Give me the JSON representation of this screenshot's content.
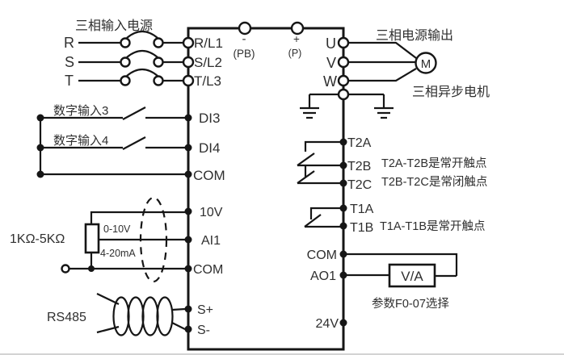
{
  "colors": {
    "line": "#161616",
    "text": "#2f2f2f",
    "background": "#ffffff"
  },
  "power_input": {
    "title": "三相输入电源",
    "phase_r": "R",
    "phase_s": "S",
    "phase_t": "T"
  },
  "drive": {
    "mains_terminals": {
      "l1": "R/L1",
      "l2": "S/L2",
      "l3": "T/L3"
    },
    "dc_bus": {
      "minus_sign": "-",
      "minus_name": "(PB)",
      "plus_sign": "+",
      "plus_name": "(P)"
    },
    "output_terminals": {
      "u": "U",
      "v": "V",
      "w": "W"
    }
  },
  "motor": {
    "output_title": "三相电源输出",
    "letter": "M",
    "caption": "三相异步电机"
  },
  "digital_inputs": {
    "source3": "数字输入3",
    "source4": "数字输入4",
    "di3": "DI3",
    "di4": "DI4",
    "com": "COM"
  },
  "analog_input": {
    "pot_range": "1KΩ-5KΩ",
    "v10": "10V",
    "ai1": "AI1",
    "com": "COM",
    "voltage_range": "0-10V",
    "current_range": "4-20mA"
  },
  "comm": {
    "label": "RS485",
    "s_plus": "S+",
    "s_minus": "S-"
  },
  "relay_t2": {
    "t2a": "T2A",
    "t2b": "T2B",
    "t2c": "T2C",
    "note_open": "T2A-T2B是常开触点",
    "note_closed": "T2B-T2C是常闭触点"
  },
  "relay_t1": {
    "t1a": "T1A",
    "t1b": "T1B",
    "note_open": "T1A-T1B是常开触点"
  },
  "analog_output": {
    "com": "COM",
    "ao1": "AO1",
    "meter": "V/A",
    "note": "参数F0-07选择"
  },
  "supply": {
    "v24": "24V"
  }
}
